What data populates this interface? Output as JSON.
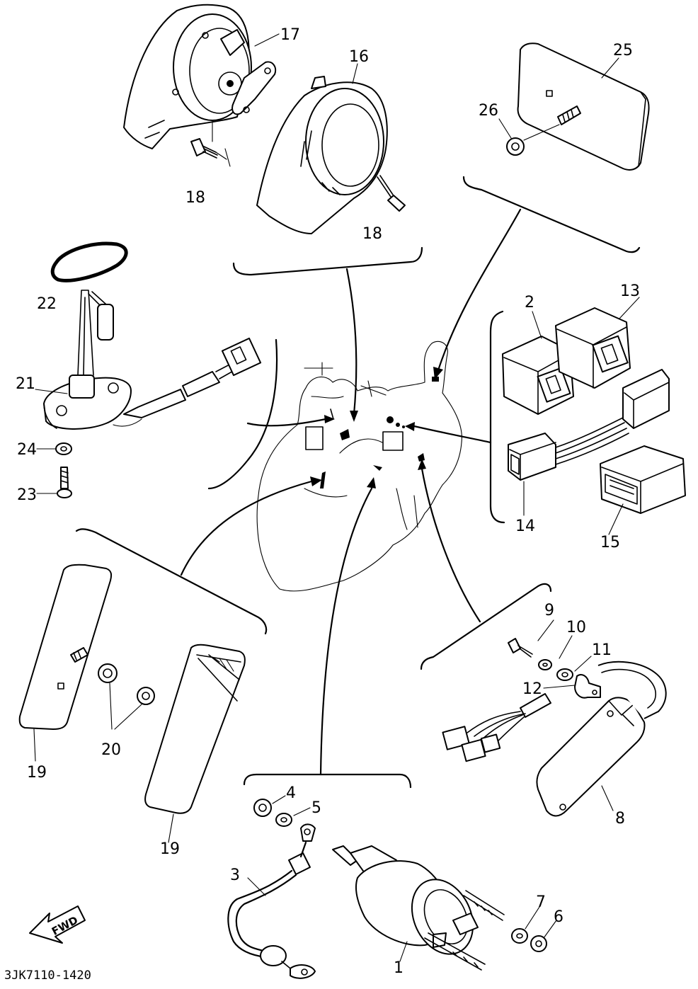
{
  "drawing_code": "3JK7110-1420",
  "fwd_label": "FWD",
  "callouts": {
    "c1": "1",
    "c2": "2",
    "c3": "3",
    "c4": "4",
    "c5": "5",
    "c6": "6",
    "c7": "7",
    "c8": "8",
    "c9": "9",
    "c10": "10",
    "c11": "11",
    "c12": "12",
    "c13": "13",
    "c14": "14",
    "c15": "15",
    "c16": "16",
    "c17": "17",
    "c18a": "18",
    "c18b": "18",
    "c19a": "19",
    "c19b": "19",
    "c20": "20",
    "c21": "21",
    "c22": "22",
    "c23": "23",
    "c24": "24",
    "c25": "25",
    "c26": "26"
  }
}
